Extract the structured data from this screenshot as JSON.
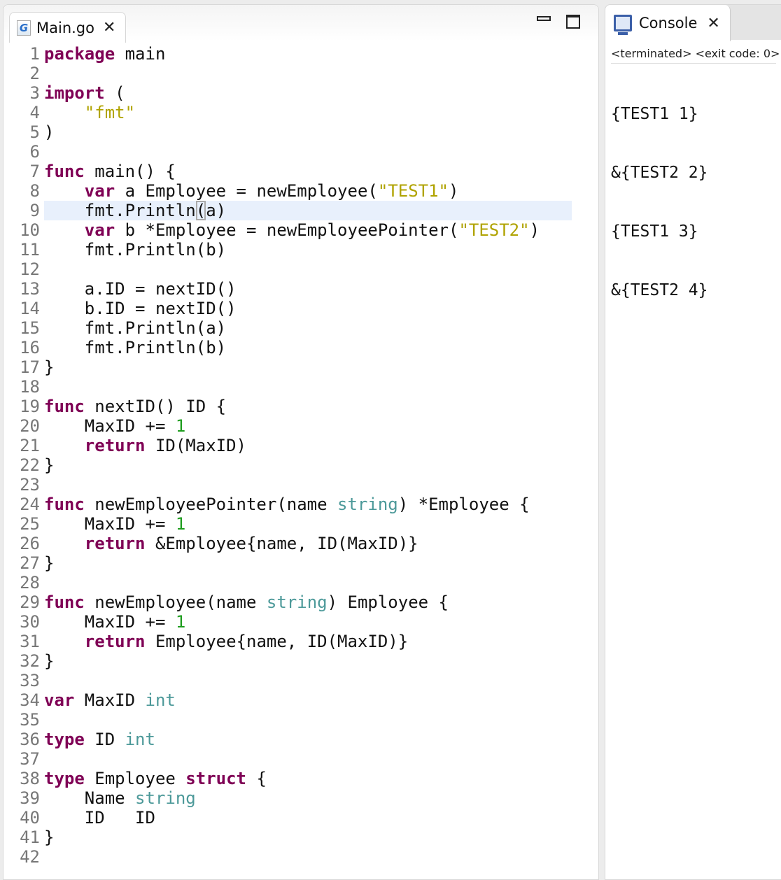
{
  "editor": {
    "tab_label": "Main.go",
    "tab_icon": "go-file-icon",
    "current_line": 9,
    "lines": [
      [
        [
          "kw",
          "package"
        ],
        [
          "p",
          " main"
        ]
      ],
      [],
      [
        [
          "kw",
          "import"
        ],
        [
          "p",
          " ("
        ]
      ],
      [
        [
          "p",
          "    "
        ],
        [
          "str",
          "\"fmt\""
        ]
      ],
      [
        [
          "p",
          ")"
        ]
      ],
      [],
      [
        [
          "kw",
          "func"
        ],
        [
          "p",
          " main() {"
        ]
      ],
      [
        [
          "p",
          "    "
        ],
        [
          "kw",
          "var"
        ],
        [
          "p",
          " a Employee = newEmployee("
        ],
        [
          "str",
          "\"TEST1\""
        ],
        [
          "p",
          ")"
        ]
      ],
      [
        [
          "p",
          "    fmt.Println"
        ],
        [
          "cur",
          "("
        ],
        [
          "p",
          "a)"
        ]
      ],
      [
        [
          "p",
          "    "
        ],
        [
          "kw",
          "var"
        ],
        [
          "p",
          " b *Employee = newEmployeePointer("
        ],
        [
          "str",
          "\"TEST2\""
        ],
        [
          "p",
          ")"
        ]
      ],
      [
        [
          "p",
          "    fmt.Println(b)"
        ]
      ],
      [],
      [
        [
          "p",
          "    a.ID = nextID()"
        ]
      ],
      [
        [
          "p",
          "    b.ID = nextID()"
        ]
      ],
      [
        [
          "p",
          "    fmt.Println(a)"
        ]
      ],
      [
        [
          "p",
          "    fmt.Println(b)"
        ]
      ],
      [
        [
          "p",
          "}"
        ]
      ],
      [],
      [
        [
          "kw",
          "func"
        ],
        [
          "p",
          " nextID() ID {"
        ]
      ],
      [
        [
          "p",
          "    MaxID += "
        ],
        [
          "num",
          "1"
        ]
      ],
      [
        [
          "p",
          "    "
        ],
        [
          "kw",
          "return"
        ],
        [
          "p",
          " ID(MaxID)"
        ]
      ],
      [
        [
          "p",
          "}"
        ]
      ],
      [],
      [
        [
          "kw",
          "func"
        ],
        [
          "p",
          " newEmployeePointer(name "
        ],
        [
          "typ",
          "string"
        ],
        [
          "p",
          ") *Employee {"
        ]
      ],
      [
        [
          "p",
          "    MaxID += "
        ],
        [
          "num",
          "1"
        ]
      ],
      [
        [
          "p",
          "    "
        ],
        [
          "kw",
          "return"
        ],
        [
          "p",
          " &Employee{name, ID(MaxID)}"
        ]
      ],
      [
        [
          "p",
          "}"
        ]
      ],
      [],
      [
        [
          "kw",
          "func"
        ],
        [
          "p",
          " newEmployee(name "
        ],
        [
          "typ",
          "string"
        ],
        [
          "p",
          ") Employee {"
        ]
      ],
      [
        [
          "p",
          "    MaxID += "
        ],
        [
          "num",
          "1"
        ]
      ],
      [
        [
          "p",
          "    "
        ],
        [
          "kw",
          "return"
        ],
        [
          "p",
          " Employee{name, ID(MaxID)}"
        ]
      ],
      [
        [
          "p",
          "}"
        ]
      ],
      [],
      [
        [
          "kw",
          "var"
        ],
        [
          "p",
          " MaxID "
        ],
        [
          "typ",
          "int"
        ]
      ],
      [],
      [
        [
          "kw",
          "type"
        ],
        [
          "p",
          " ID "
        ],
        [
          "typ",
          "int"
        ]
      ],
      [],
      [
        [
          "kw",
          "type"
        ],
        [
          "p",
          " Employee "
        ],
        [
          "kw",
          "struct"
        ],
        [
          "p",
          " {"
        ]
      ],
      [
        [
          "p",
          "    Name "
        ],
        [
          "typ",
          "string"
        ]
      ],
      [
        [
          "p",
          "    ID   ID"
        ]
      ],
      [
        [
          "p",
          "}"
        ]
      ],
      []
    ]
  },
  "console": {
    "tab_label": "Console",
    "status": "<terminated> <exit code: 0>",
    "output": [
      "{TEST1 1}",
      "&{TEST2 2}",
      "{TEST1 3}",
      "&{TEST2 4}"
    ]
  },
  "colors": {
    "keyword": "#7f0055",
    "string": "#b0a300",
    "number": "#1f9d1f",
    "type": "#4c9999",
    "current_line": "#e8f0fc"
  }
}
